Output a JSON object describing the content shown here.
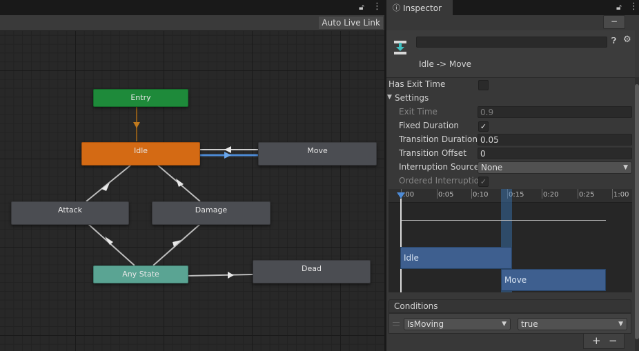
{
  "animator": {
    "auto_live_link": "Auto Live Link",
    "states": {
      "entry": "Entry",
      "idle": "Idle",
      "move": "Move",
      "attack": "Attack",
      "damage": "Damage",
      "any_state": "Any State",
      "dead": "Dead"
    }
  },
  "inspector": {
    "tab_label": "Inspector",
    "transition_title": "Idle -> Move",
    "has_exit_time": {
      "label": "Has Exit Time",
      "checked": false
    },
    "settings_label": "Settings",
    "exit_time": {
      "label": "Exit Time",
      "value": "0.9"
    },
    "fixed_duration": {
      "label": "Fixed Duration",
      "checked": true
    },
    "transition_duration": {
      "label": "Transition Duration (",
      "value": "0.05"
    },
    "transition_offset": {
      "label": "Transition Offset",
      "value": "0"
    },
    "interruption_source": {
      "label": "Interruption Source",
      "value": "None"
    },
    "ordered_interruption": {
      "label": "Ordered Interruption",
      "checked": true
    },
    "timeline": {
      "ticks": [
        ":00",
        "0:05",
        "0:10",
        "0:15",
        "0:20",
        "0:25",
        "1:00"
      ],
      "clip_a": "Idle",
      "clip_b": "Move"
    },
    "conditions": {
      "header": "Conditions",
      "parameter": "IsMoving",
      "value": "true",
      "add": "+",
      "remove": "−"
    },
    "minus_button": "−"
  },
  "colors": {
    "entry": "#1e8a3a",
    "idle": "#d46a14",
    "any_state": "#5aa493",
    "state_gray": "#4b4d52",
    "selection_blue": "#3a79bd"
  }
}
